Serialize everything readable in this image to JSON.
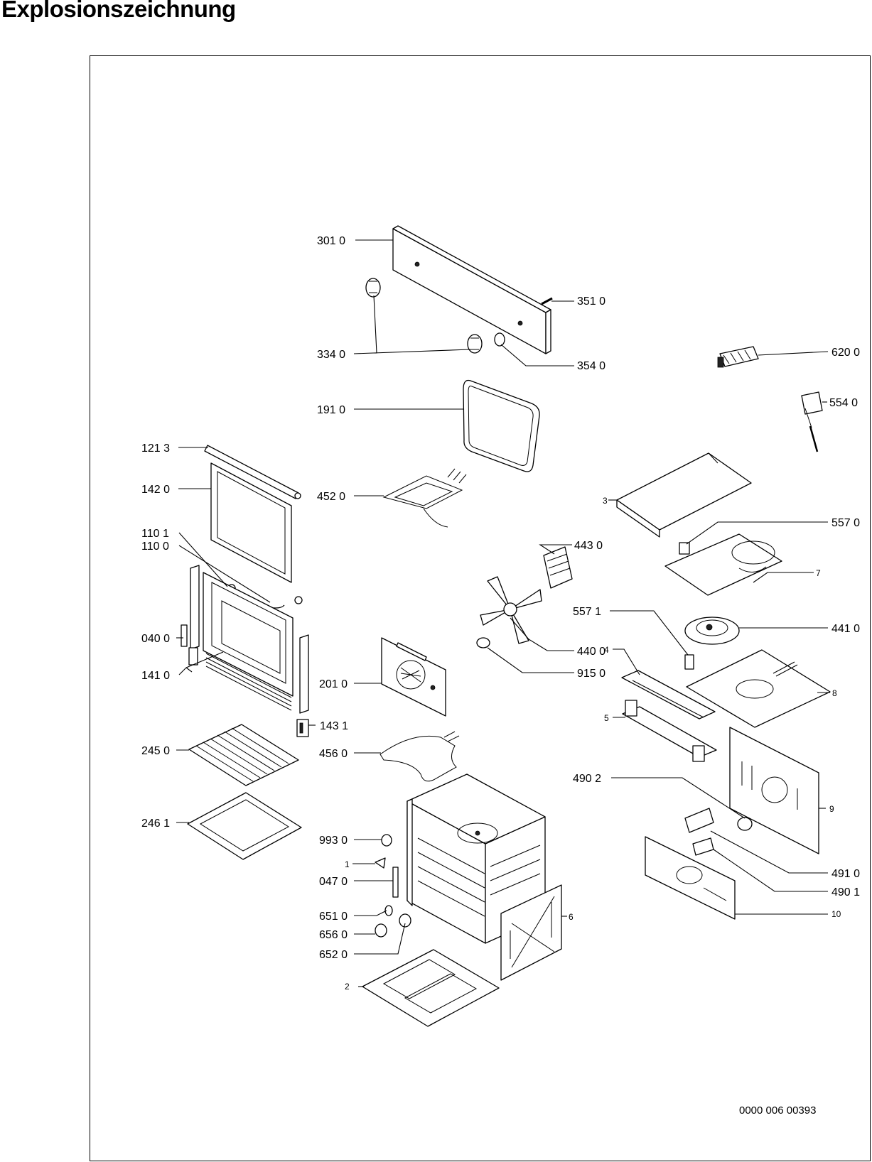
{
  "title": "Explosionszeichnung",
  "document_number": "0000 006 00393",
  "labels": {
    "p3010": "301 0",
    "p3510": "351 0",
    "p3340": "334 0",
    "p3540": "354 0",
    "p6200": "620 0",
    "p1910": "191 0",
    "p5540": "554 0",
    "p1213": "121 3",
    "p1420": "142 0",
    "p4520": "452 0",
    "p1101": "110 1",
    "p1100": "110 0",
    "p5570": "557 0",
    "p4430": "443 0",
    "p7": "7",
    "p3": "3",
    "p5571": "557 1",
    "p4410": "441 0",
    "p0400": "040 0",
    "p4": "4",
    "p4400": "440 0",
    "p1410": "141 0",
    "p9150": "915 0",
    "p2010": "201 0",
    "p8": "8",
    "p5": "5",
    "p1431": "143 1",
    "p2450": "245 0",
    "p4560": "456 0",
    "p4902": "490 2",
    "p9": "9",
    "p2461": "246 1",
    "p9930": "993 0",
    "p1": "1",
    "p4910": "491 0",
    "p0470": "047 0",
    "p4901": "490 1",
    "p6510": "651 0",
    "p10": "10",
    "p6": "6",
    "p6560": "656 0",
    "p6520": "652 0",
    "p2": "2"
  }
}
